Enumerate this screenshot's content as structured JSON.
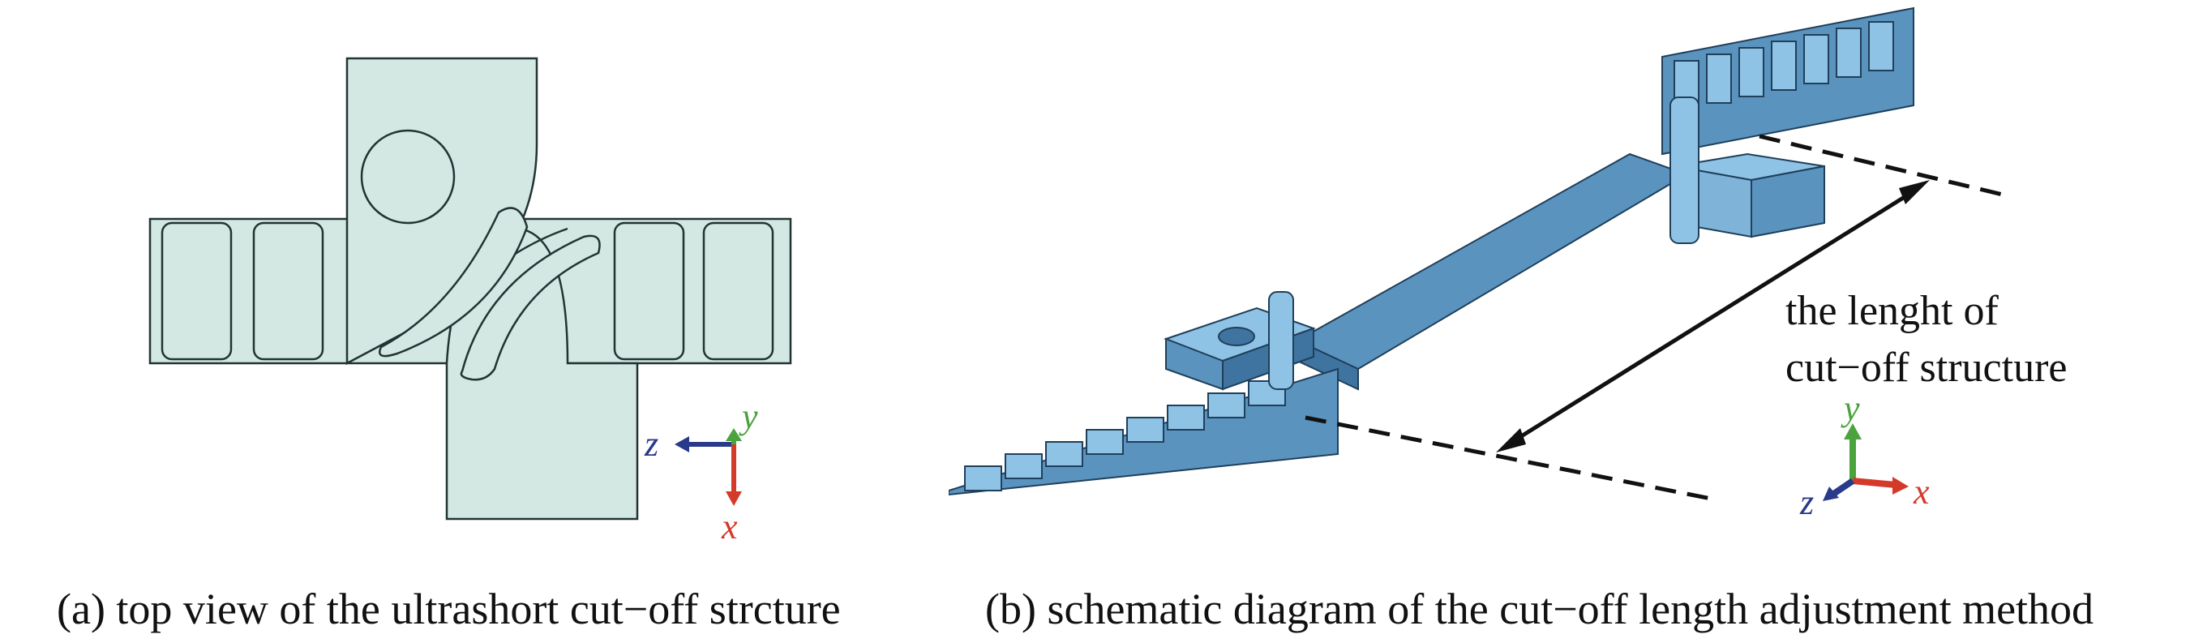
{
  "panel_a": {
    "caption": "(a) top view of the ultrashort cut−off strcture",
    "axes": {
      "x": "x",
      "y": "y",
      "z": "z"
    }
  },
  "panel_b": {
    "caption": "(b) schematic diagram of the cut−off length adjustment method",
    "annotation_line1": "the lenght of",
    "annotation_line2": "cut−off structure",
    "axes": {
      "x": "x",
      "y": "y",
      "z": "z"
    }
  },
  "colors": {
    "structure_fill_a": "#d3e8e3",
    "structure_fill_b": "#5b93bf",
    "structure_light_b": "#8fc3e6",
    "axis_x": "#d43a2a",
    "axis_y": "#4aa33c",
    "axis_z": "#2a3a8a"
  }
}
